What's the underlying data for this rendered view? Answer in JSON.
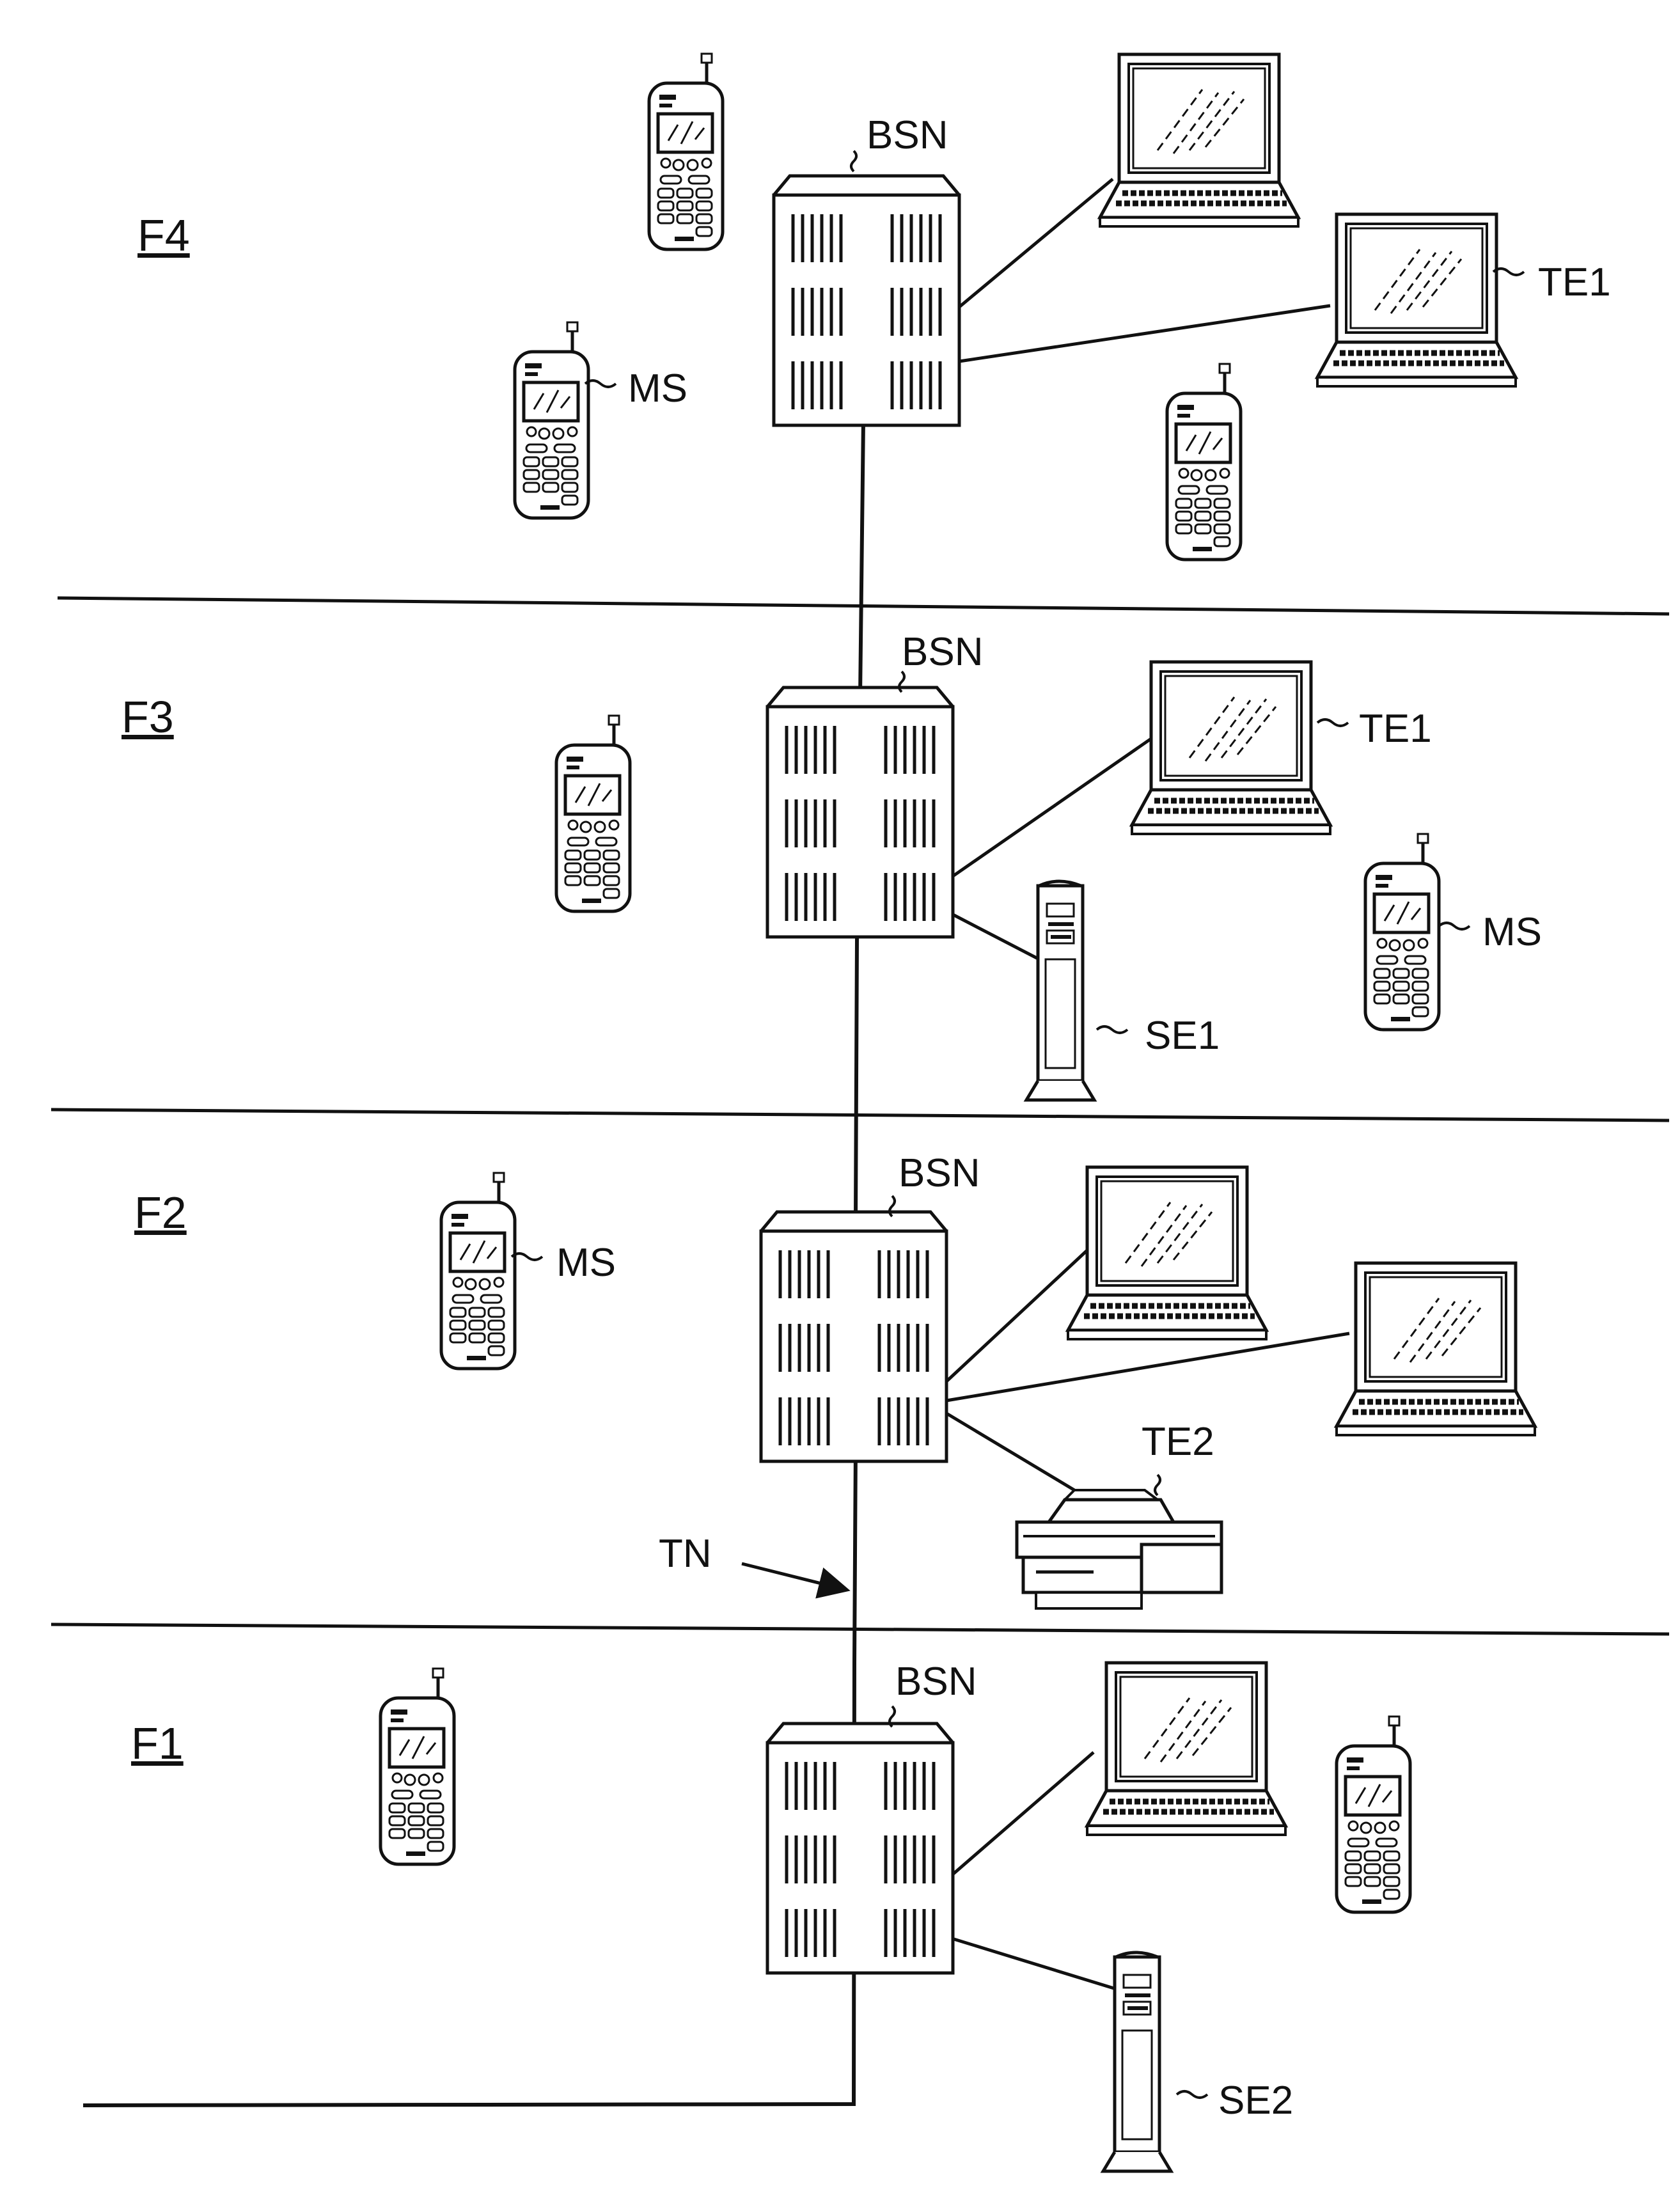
{
  "floors": [
    {
      "label": "F4"
    },
    {
      "label": "F3"
    },
    {
      "label": "F2"
    },
    {
      "label": "F1"
    }
  ],
  "labels": {
    "bsn_f4": "BSN",
    "bsn_f3": "BSN",
    "bsn_f2": "BSN",
    "bsn_f1": "BSN",
    "ms_f4": "MS",
    "ms_f3": "MS",
    "ms_f2": "MS",
    "te1_f4": "TE1",
    "te1_f3": "TE1",
    "se1": "SE1",
    "te2": "TE2",
    "tn": "TN",
    "se2": "SE2"
  },
  "icons": {
    "base_station": "base-station-node",
    "mobile": "mobile-phone",
    "laptop": "laptop-terminal",
    "server": "tower-server",
    "printer": "printer",
    "arrow": "pointer-arrow"
  },
  "colors": {
    "ink": "#111111",
    "paper": "#ffffff"
  }
}
